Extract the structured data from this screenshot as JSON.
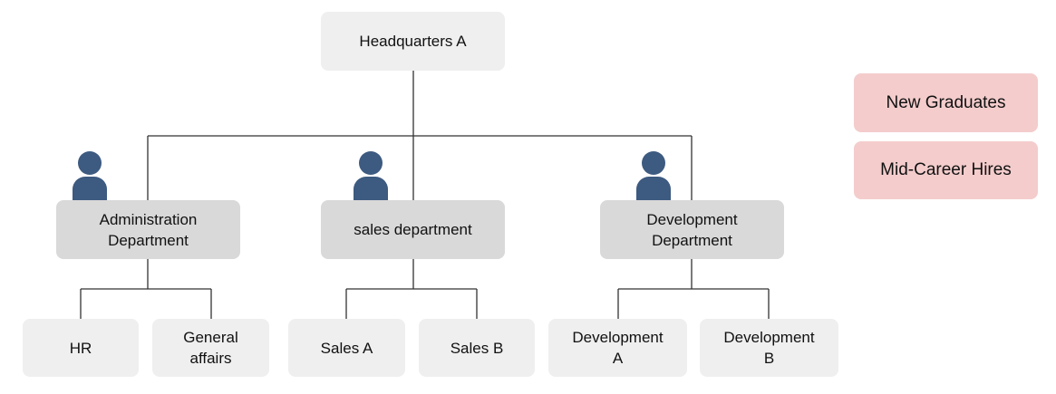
{
  "org_chart": {
    "root": {
      "label": "Headquarters A"
    },
    "departments": [
      {
        "label": "Administration Department",
        "label_lines": [
          "Administration",
          "Department"
        ],
        "children": [
          {
            "label": "HR",
            "label_lines": [
              "HR"
            ]
          },
          {
            "label": "General affairs",
            "label_lines": [
              "General",
              "affairs"
            ]
          }
        ]
      },
      {
        "label": "sales department",
        "label_lines": [
          "sales department"
        ],
        "children": [
          {
            "label": "Sales A",
            "label_lines": [
              "Sales A"
            ]
          },
          {
            "label": "Sales B",
            "label_lines": [
              "Sales B"
            ]
          }
        ]
      },
      {
        "label": "Development Department",
        "label_lines": [
          "Development",
          "Department"
        ],
        "children": [
          {
            "label": "Development A",
            "label_lines": [
              "Development",
              "A"
            ]
          },
          {
            "label": "Development B",
            "label_lines": [
              "Development",
              "B"
            ]
          }
        ]
      }
    ]
  },
  "legend": {
    "items": [
      {
        "label": "New Graduates"
      },
      {
        "label": "Mid-Career Hires"
      }
    ]
  },
  "colors": {
    "root_fill": "#efefef",
    "department_fill": "#d9d9d9",
    "unit_fill": "#efefef",
    "legend_fill": "#f4cccc",
    "connector": "#333333",
    "person_icon": "#3d5a80"
  },
  "icons": {
    "department_head": "person-icon"
  }
}
